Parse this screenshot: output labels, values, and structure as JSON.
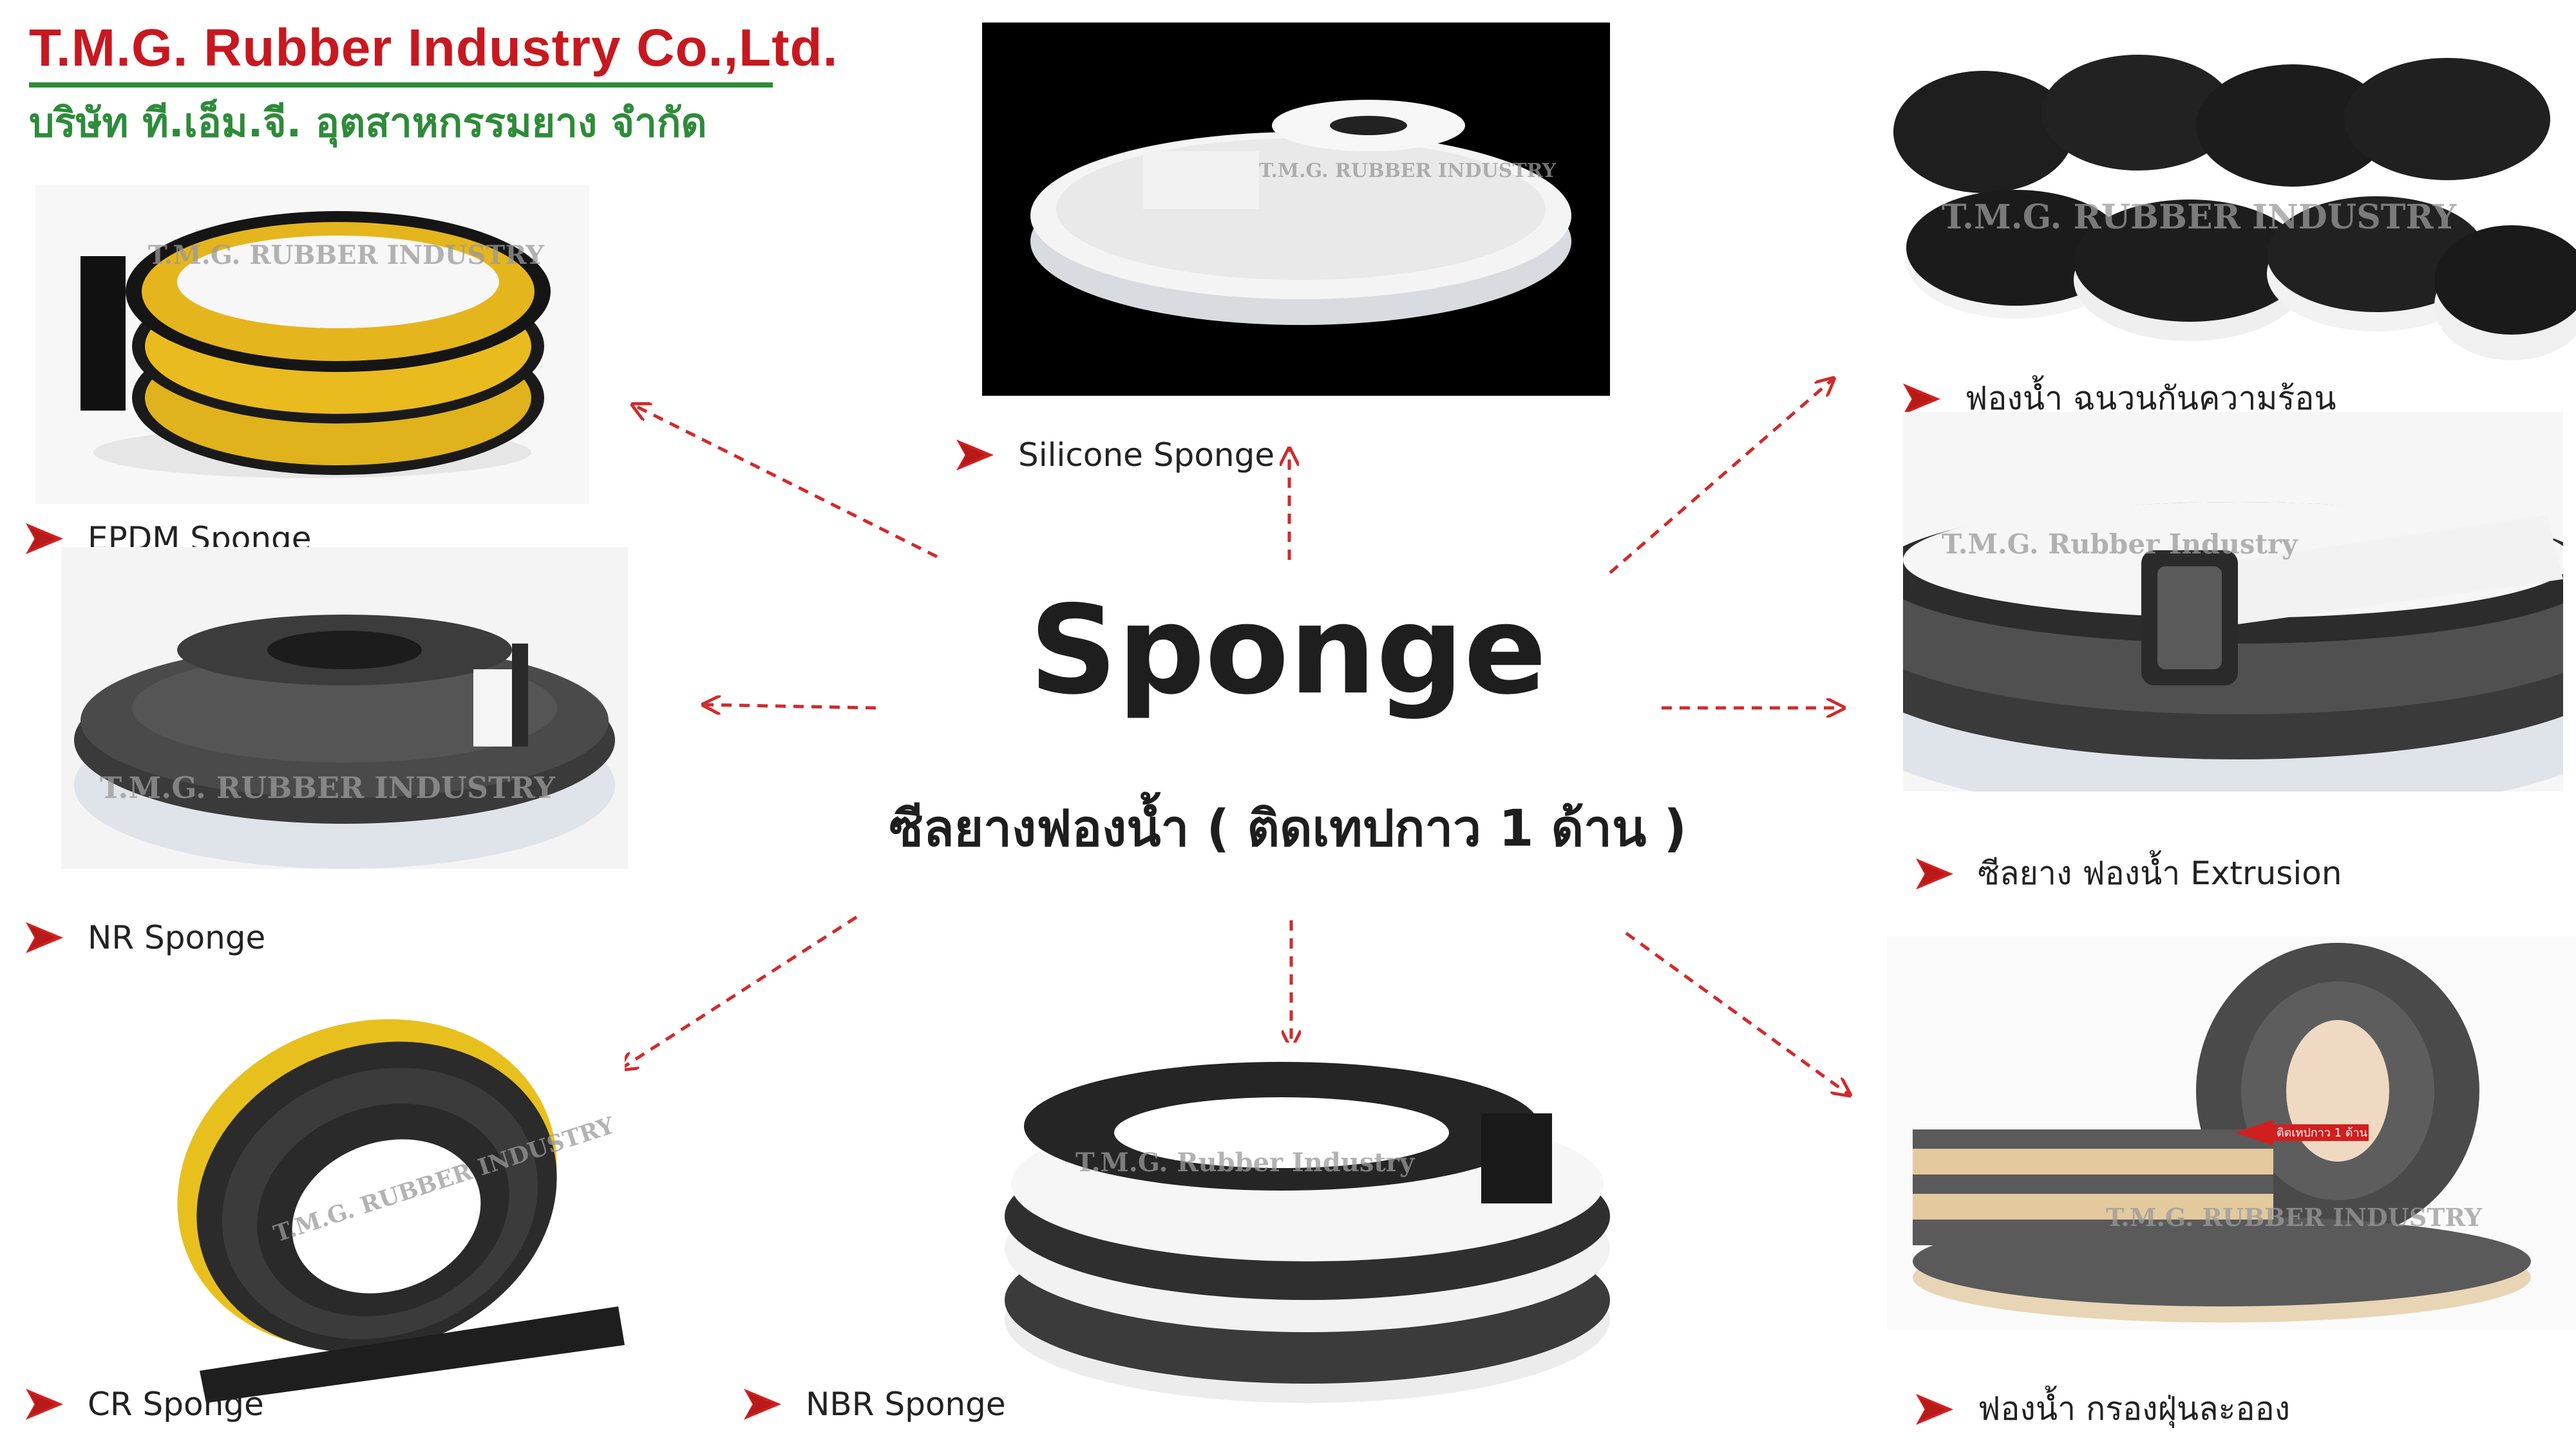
{
  "company": {
    "name_en": "T.M.G. Rubber Industry Co.,Ltd.",
    "name_th": "บริษัท ที.เอ็ม.จี. อุตสาหกรรมยาง จำกัด"
  },
  "main": {
    "title": "Sponge",
    "subtitle": "ซีลยางฟองน้ำ ( ติดเทปกาว 1 ด้าน )"
  },
  "products": {
    "epdm": {
      "label": "EPDM Sponge",
      "watermark": "T.M.G. RUBBER INDUSTRY"
    },
    "nr": {
      "label": "NR Sponge",
      "watermark": "T.M.G. RUBBER INDUSTRY"
    },
    "cr": {
      "label": "CR Sponge",
      "watermark": "T.M.G. RUBBER INDUSTRY"
    },
    "silicone": {
      "label": "Silicone Sponge",
      "watermark": "T.M.G. RUBBER INDUSTRY"
    },
    "nbr": {
      "label": "NBR Sponge",
      "watermark": "T.M.G. Rubber Industry"
    },
    "insulation": {
      "label": "ฟองน้ำ ฉนวนกันความร้อน",
      "watermark": "T.M.G. RUBBER INDUSTRY"
    },
    "extrusion": {
      "label": "ซีลยาง ฟองน้ำ Extrusion",
      "watermark": "T.M.G. Rubber Industry"
    },
    "filter": {
      "label": "ฟองน้ำ กรองฝุ่นละออง",
      "watermark": "T.M.G. RUBBER INDUSTRY",
      "tag": "ติดเทปกาว 1 ด้าน"
    }
  },
  "colors": {
    "brand_red": "#c8181f",
    "brand_green": "#2e8b3a",
    "arrow_red": "#d12a2a",
    "bullet_red": "#d11f1f"
  }
}
